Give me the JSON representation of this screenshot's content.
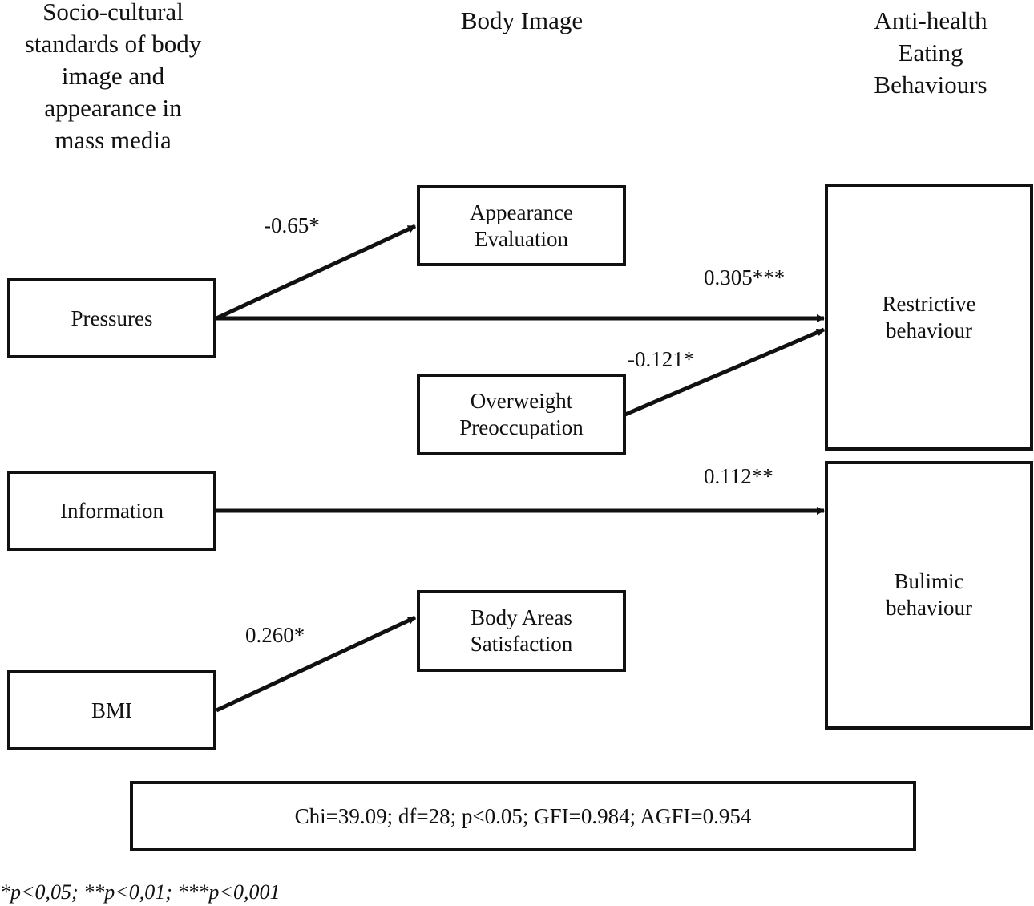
{
  "headings": {
    "socio_cultural": "Socio-cultural\nstandards of body\nimage and\nappearance in\nmass media",
    "body_image": "Body Image",
    "anti_health": "Anti-health\nEating\nBehaviours"
  },
  "nodes": {
    "pressures": "Pressures",
    "information": "Information",
    "bmi": "BMI",
    "appearance_evaluation": "Appearance\nEvaluation",
    "overweight_preoccupation": "Overweight\nPreoccupation",
    "body_areas_satisfaction": "Body Areas\nSatisfaction",
    "restrictive_behaviour": "Restrictive\nbehaviour",
    "bulimic_behaviour": "Bulimic\nbehaviour"
  },
  "paths": [
    {
      "from": "Pressures",
      "to": "Appearance Evaluation",
      "coefficient": "-0.65*"
    },
    {
      "from": "Pressures",
      "to": "Restrictive behaviour",
      "coefficient": "0.305***"
    },
    {
      "from": "Overweight Preoccupation",
      "to": "Restrictive behaviour",
      "coefficient": "-0.121*"
    },
    {
      "from": "Information",
      "to": "Bulimic behaviour",
      "coefficient": "0.112**"
    },
    {
      "from": "BMI",
      "to": "Body Areas Satisfaction",
      "coefficient": "0.260*"
    }
  ],
  "fit_indices": "Chi=39.09; df=28; p<0.05; GFI=0.984; AGFI=0.954",
  "footnote": "*p<0,05; **p<0,01; ***p<0,001"
}
